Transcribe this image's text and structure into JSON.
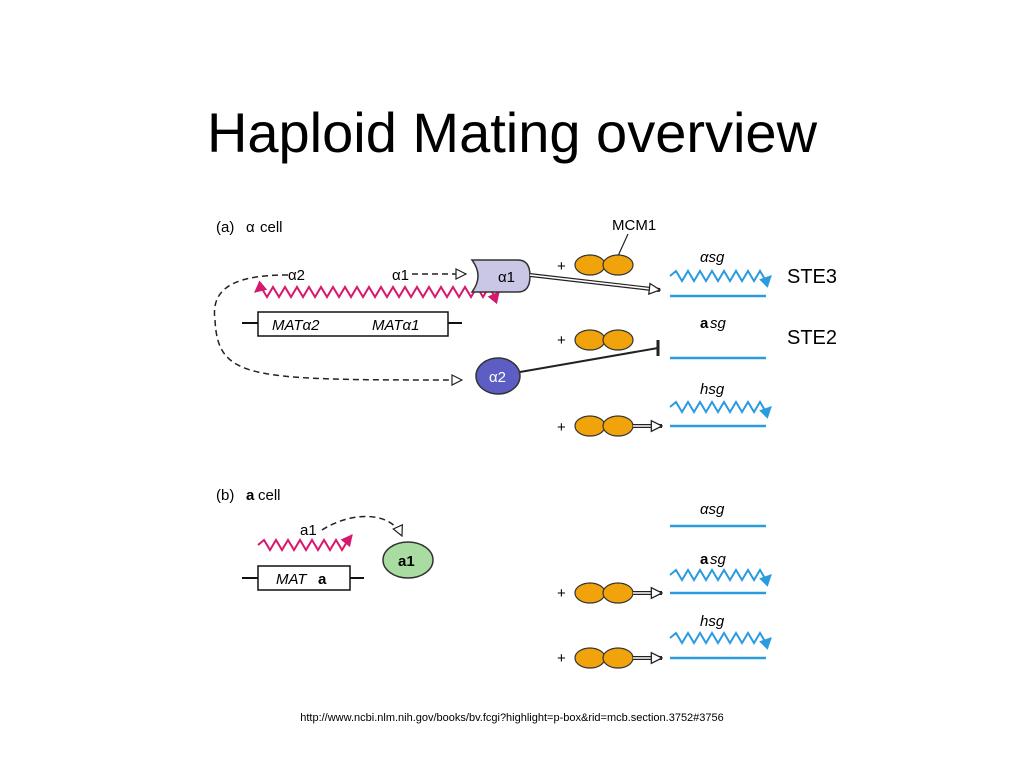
{
  "slide": {
    "title": "Haploid Mating overview",
    "side_labels": [
      "STE3",
      "STE2"
    ],
    "source_url": "http://www.ncbi.nlm.nih.gov/books/bv.fcgi?highlight=p-box&rid=mcb.section.3752#3756"
  },
  "diagram": {
    "panel_a": {
      "label": "(a)",
      "cell_letter": "α",
      "cell_word": "cell",
      "mcm1_label": "MCM1",
      "gene_alpha2_label": "α2",
      "gene_alpha1_label": "α1",
      "mat_alpha2": "MATα2",
      "mat_alpha1": "MATα1",
      "protein_alpha1": "α1",
      "protein_alpha2": "α2",
      "gene_asg_alpha": "αsg",
      "gene_asg_a_bold": "a",
      "gene_asg_a_rest": "sg",
      "gene_hsg": "hsg",
      "plus": "+"
    },
    "panel_b": {
      "label": "(b)",
      "cell_letter": "a",
      "cell_word": "cell",
      "gene_a1_label": "a1",
      "mat_label": "MAT",
      "mat_bold": "a",
      "protein_a1": "a1",
      "gene_asg_alpha": "αsg",
      "gene_asg_a_bold": "a",
      "gene_asg_a_rest": "sg",
      "gene_hsg": "hsg",
      "plus": "+"
    },
    "colors": {
      "magenta": "#d6196f",
      "blue": "#2b9be0",
      "orange": "#f0a30a",
      "alpha1_fill": "#c9c6e6",
      "alpha2_fill": "#5c5ec3",
      "a1_fill": "#a9dca0"
    }
  }
}
